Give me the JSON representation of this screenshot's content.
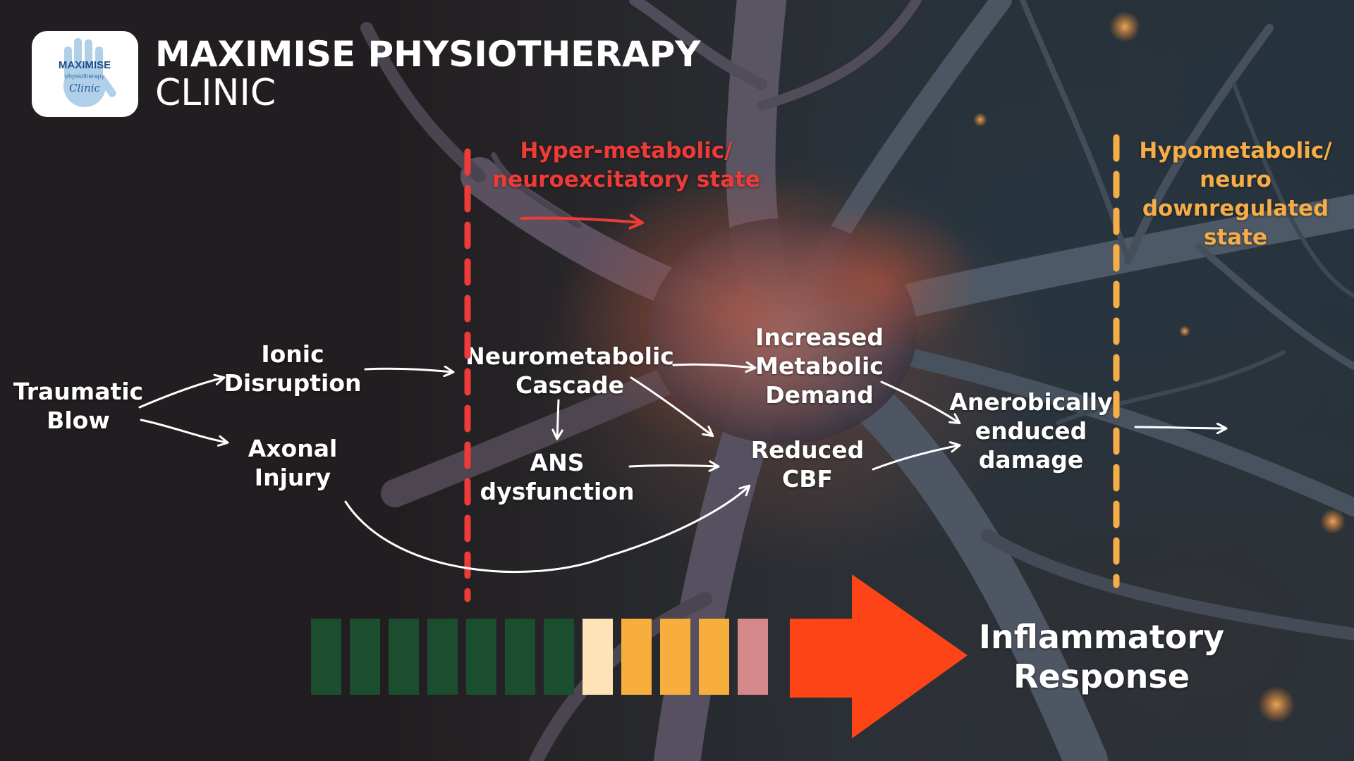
{
  "brand": {
    "logo_text_1": "MAXIMISE",
    "logo_text_2": "physiotherapy",
    "logo_text_3": "Clinic",
    "title_line1": "MAXIMISE PHYSIOTHERAPY",
    "title_line2": "CLINIC"
  },
  "states": {
    "hyper": [
      "Hyper-metabolic/",
      "neuroexcitatory state"
    ],
    "hypo": [
      "Hypometabolic/",
      "neuro",
      "downregulated",
      "state"
    ]
  },
  "nodes": {
    "traumatic_blow": [
      "Traumatic",
      "Blow"
    ],
    "ionic_disruption": [
      "Ionic",
      "Disruption"
    ],
    "axonal_injury": [
      "Axonal",
      "Injury"
    ],
    "neurometabolic_cascade": [
      "Neurometabolic",
      "Cascade"
    ],
    "ans_dysfunction": [
      "ANS",
      "dysfunction"
    ],
    "increased_metabolic_demand": [
      "Increased",
      "Metabolic",
      "Demand"
    ],
    "reduced_cbf": [
      "Reduced",
      "CBF"
    ],
    "anerobic_damage": [
      "Anerobically",
      "enduced",
      "damage"
    ]
  },
  "response": [
    "Inflammatory",
    "Response"
  ],
  "colors": {
    "hyper": "#ef3b38",
    "hypo": "#f6ad48",
    "big_arrow": "#fc4417",
    "arrows": "#ffffff"
  },
  "severity_bar": {
    "colors": [
      "#1b4d2f",
      "#1b4d2f",
      "#1b4d2f",
      "#1b4d2f",
      "#1b4d2f",
      "#1b4d2f",
      "#1b4d2f",
      "#fde3b6",
      "#f8ae3c",
      "#f8ae3c",
      "#f8ae3c",
      "#d4888a"
    ]
  }
}
